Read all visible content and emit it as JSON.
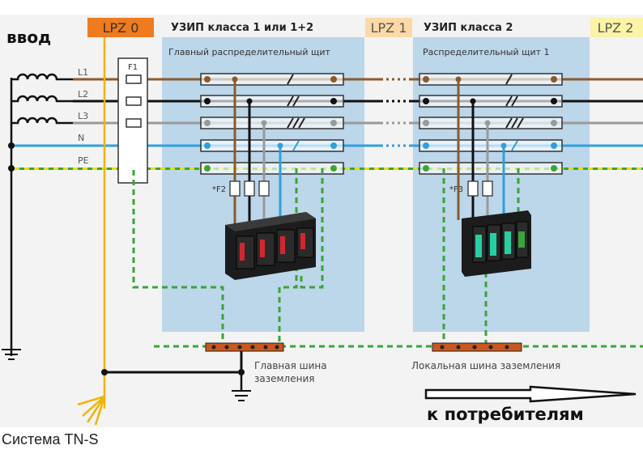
{
  "input_label": "ввод",
  "zones": {
    "lpz0": "LPZ 0",
    "lpz1": "LPZ 1",
    "lpz2": "LPZ 2"
  },
  "spd_class_1": "УЗИП класса 1 или 1+2",
  "spd_class_2": "УЗИП класса 2",
  "main_board": "Главный распределительный щит",
  "dist_board": "Распределительный щит 1",
  "lines": {
    "l1": "L1",
    "l2": "L2",
    "l3": "L3",
    "n": "N",
    "pe": "PE"
  },
  "fuses": {
    "f1": "F1",
    "f2": "*F2",
    "f3": "*F3"
  },
  "main_bus": {
    "line1": "Главная шина",
    "line2": "заземления"
  },
  "local_bus": "Локальная шина заземления",
  "consumers": "к потребителям",
  "caption": "Система TN-S",
  "colors": {
    "l1": "#8B5A2B",
    "l2": "#111111",
    "l3": "#9a9a9a",
    "n": "#2fa0dc",
    "pe_green": "#3aa43a",
    "pe_yellow": "#e8e000",
    "zone_bg": "#bcd6ea",
    "lpz0": "#f07a1e",
    "lpz1": "#fcd9a6",
    "lpz2": "#fbf3a6",
    "ground_line": "#f0b400"
  }
}
